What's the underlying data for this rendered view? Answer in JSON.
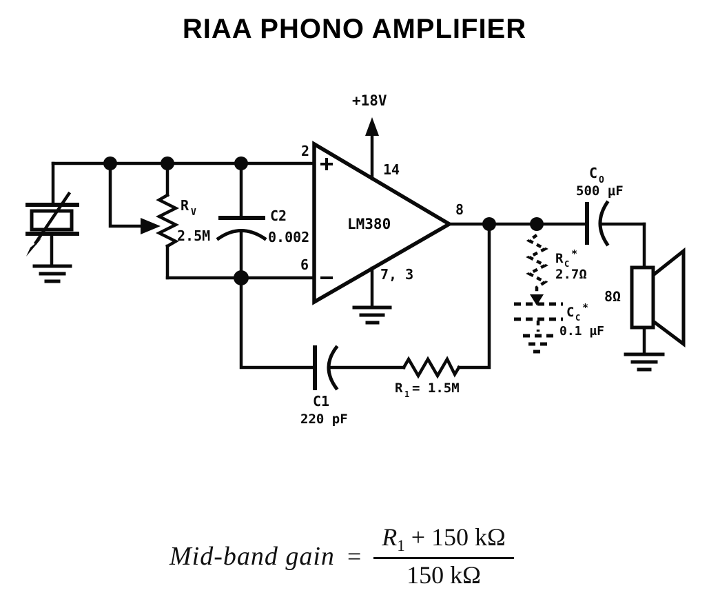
{
  "title": "RIAA PHONO AMPLIFIER",
  "supply": {
    "label": "+18V"
  },
  "amplifier": {
    "part": "LM380",
    "pin_noninv": "2",
    "pin_inv": "6",
    "pin_supply": "14",
    "pin_ground": "7, 3",
    "pin_output": "8",
    "noninv_symbol": "+",
    "inv_symbol": "−"
  },
  "components": {
    "rv": {
      "ref": "R",
      "sub": "V",
      "value": "2.5M"
    },
    "c2": {
      "ref": "C2",
      "value": "0.002"
    },
    "c1": {
      "ref": "C1",
      "value": "220 pF"
    },
    "r1": {
      "ref": "R",
      "sub": "1",
      "value": "= 1.5M"
    },
    "co": {
      "ref": "C",
      "sub": "O",
      "value": "500 μF"
    },
    "rc": {
      "ref": "R",
      "sub": "C",
      "star": "*",
      "value": "2.7Ω"
    },
    "cc": {
      "ref": "C",
      "sub": "C",
      "star": "*",
      "value": "0.1 μF"
    },
    "speaker": {
      "value": "8Ω"
    }
  },
  "formula": {
    "lhs": "Mid-band gain",
    "equals": "=",
    "numerator_symbol": "R",
    "numerator_sub": "1",
    "numerator_rest": "+ 150 kΩ",
    "denominator": "150 kΩ"
  }
}
